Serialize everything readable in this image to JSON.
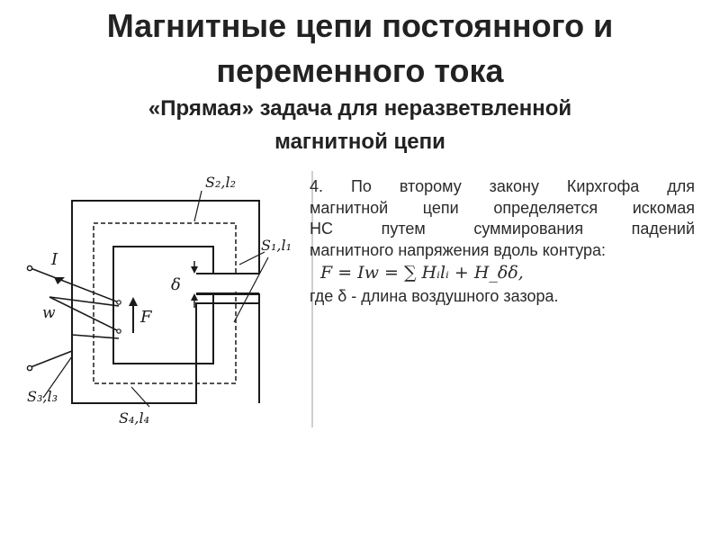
{
  "title": {
    "line1": "Магнитные цепи постоянного и",
    "line2": "переменного тока"
  },
  "subtitle": {
    "line1": "«Прямая» задача для неразветвленной",
    "line2": "магнитной цепи"
  },
  "diagram": {
    "labels": {
      "s2l2": "S₂,l₂",
      "s1l1": "S₁,l₁",
      "s3l3": "S₃,l₃",
      "s4l4": "S₄,l₄",
      "current": "I",
      "turns": "w",
      "mmf": "F",
      "gap": "δ"
    }
  },
  "text": {
    "line1": "4. По второму закону Кирхгофа для",
    "line2": "магнитной цепи определяется искомая",
    "line3": "НС путем суммирования падений",
    "line4": "магнитного напряжения вдоль контура:",
    "formula": "F = Iw = ∑ Hᵢlᵢ + H_δδ,",
    "where": "где  δ - длина воздушного зазора."
  },
  "colors": {
    "ink": "#1a1a1a",
    "background": "#ffffff"
  }
}
